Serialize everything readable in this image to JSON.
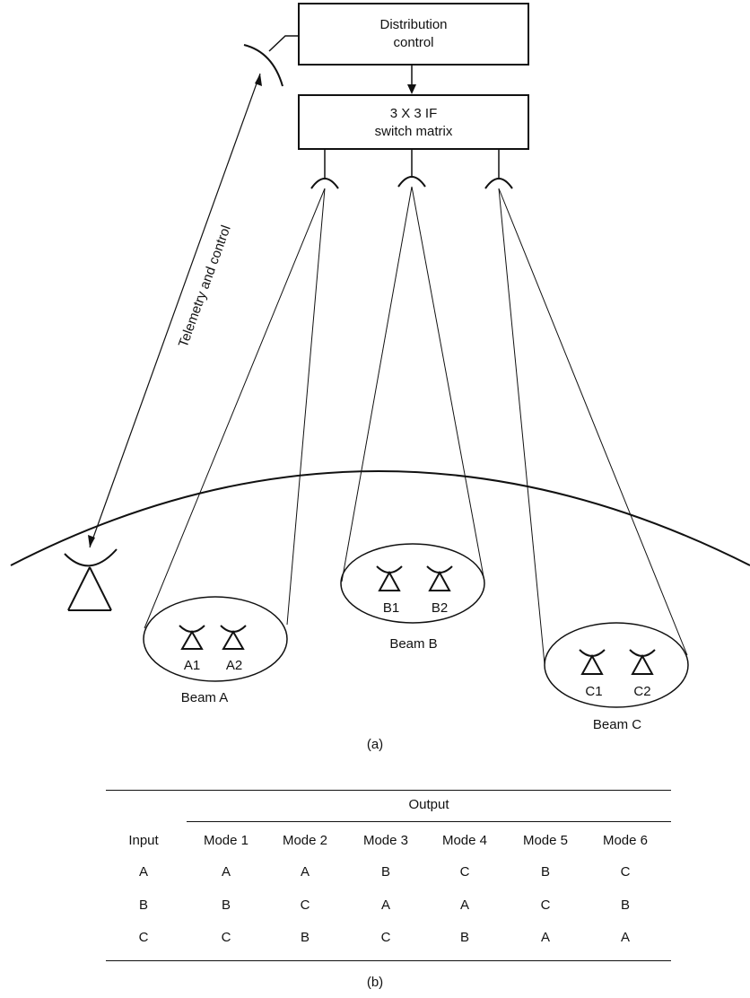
{
  "diagram": {
    "distribution_box": [
      "Distribution",
      "control"
    ],
    "switch_box": [
      "3 X 3 IF",
      "switch matrix"
    ],
    "telemetry_label": "Telemetry and control",
    "beams": [
      {
        "label": "Beam A",
        "stations": [
          "A1",
          "A2"
        ]
      },
      {
        "label": "Beam B",
        "stations": [
          "B1",
          "B2"
        ]
      },
      {
        "label": "Beam C",
        "stations": [
          "C1",
          "C2"
        ]
      }
    ],
    "caption": "(a)"
  },
  "table": {
    "output_header": "Output",
    "input_header": "Input",
    "modes": [
      "Mode 1",
      "Mode 2",
      "Mode 3",
      "Mode 4",
      "Mode 5",
      "Mode 6"
    ],
    "rows": [
      {
        "input": "A",
        "cells": [
          "A",
          "A",
          "B",
          "C",
          "B",
          "C"
        ]
      },
      {
        "input": "B",
        "cells": [
          "B",
          "C",
          "A",
          "A",
          "C",
          "B"
        ]
      },
      {
        "input": "C",
        "cells": [
          "C",
          "B",
          "C",
          "B",
          "A",
          "A"
        ]
      }
    ],
    "caption": "(b)"
  }
}
